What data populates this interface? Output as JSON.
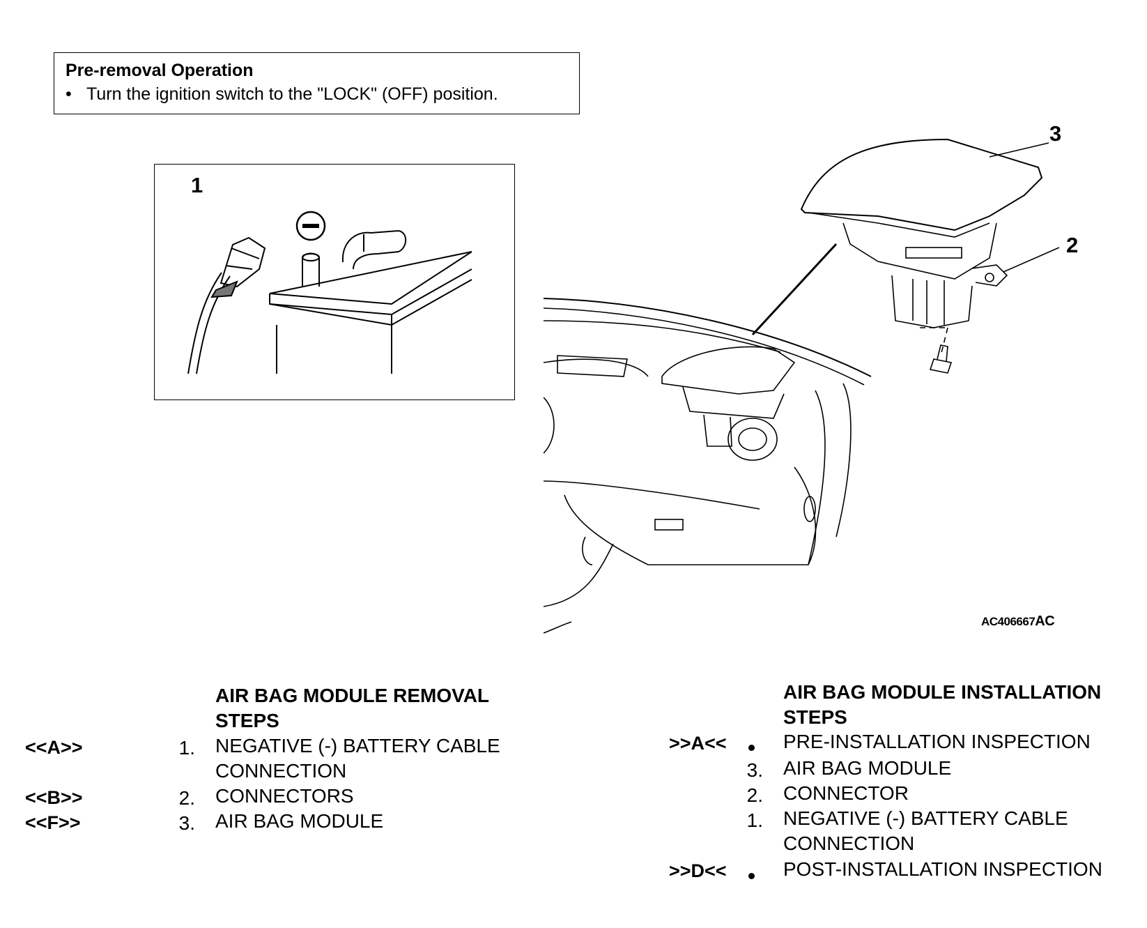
{
  "pre_removal": {
    "title": "Pre-removal Operation",
    "bullet": "Turn the ignition switch to the \"LOCK\" (OFF) position."
  },
  "illustration": {
    "battery_callout": "1",
    "battery_terminal_symbol": "minus-icon",
    "module_callout_3": "3",
    "module_callout_2": "2",
    "art_ref_prefix": "AC406667",
    "art_ref_suffix": "AC"
  },
  "removal": {
    "heading_line1": "AIR BAG MODULE REMOVAL",
    "heading_line2": "STEPS",
    "steps": [
      {
        "code": "<<A>>",
        "num": "1.",
        "line1": "NEGATIVE (-) BATTERY CABLE",
        "line2": "CONNECTION"
      },
      {
        "code": "<<B>>",
        "num": "2.",
        "line1": "CONNECTORS",
        "line2": ""
      },
      {
        "code": "<<F>>",
        "num": "3.",
        "line1": "AIR BAG MODULE",
        "line2": ""
      }
    ]
  },
  "installation": {
    "heading_line1": "AIR BAG MODULE INSTALLATION",
    "heading_line2": "STEPS",
    "steps": [
      {
        "code": ">>A<<",
        "num": "•",
        "line1": "PRE-INSTALLATION INSPECTION",
        "line2": ""
      },
      {
        "code": "",
        "num": "3.",
        "line1": "AIR BAG MODULE",
        "line2": ""
      },
      {
        "code": "",
        "num": "2.",
        "line1": "CONNECTOR",
        "line2": ""
      },
      {
        "code": "",
        "num": "1.",
        "line1": "NEGATIVE (-) BATTERY CABLE",
        "line2": "CONNECTION"
      },
      {
        "code": ">>D<<",
        "num": "•",
        "line1": "POST-INSTALLATION INSPECTION",
        "line2": ""
      }
    ]
  }
}
